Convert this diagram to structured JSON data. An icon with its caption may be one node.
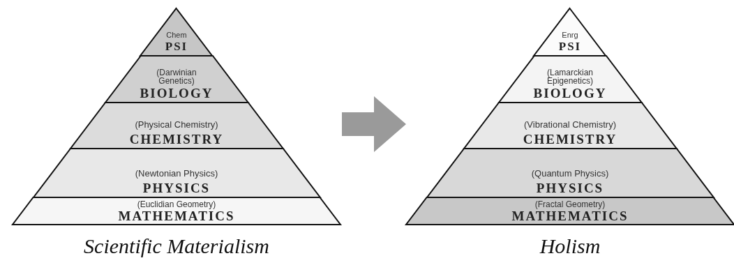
{
  "diagram": {
    "nodes": [
      {
        "text": [
          "Scientific Materialism"
        ]
      },
      {
        "text": [
          "Chem",
          "PSI"
        ],
        "in": 0
      },
      {
        "text": [
          "(Darwinian Genetics)",
          "BIOLOGY"
        ],
        "in": 0
      },
      {
        "text": [
          "(Physical Chemistry)",
          "CHEMISTRY"
        ],
        "in": 0
      },
      {
        "text": [
          "(Newtonian Physics)",
          "PHYSICS"
        ],
        "in": 0
      },
      {
        "text": [
          "(Euclidian Geometry)",
          "MATHEMATICS"
        ],
        "in": 0
      },
      {
        "text": [
          "Holism"
        ]
      },
      {
        "text": [
          "Enrg",
          "PSI"
        ],
        "in": 6
      },
      {
        "text": [
          "(Lamarckian Epigenetics)",
          "BIOLOGY"
        ],
        "in": 6
      },
      {
        "text": [
          "(Vibrational Chemistry)",
          "CHEMISTRY"
        ],
        "in": 6
      },
      {
        "text": [
          "(Quantum Physics)",
          "PHYSICS"
        ],
        "in": 6
      },
      {
        "text": [
          "(Fractal Geometry)",
          "MATHEMATICS"
        ],
        "in": 6
      }
    ],
    "edges": [
      {
        "from": 0,
        "to": 6,
        "arrow": "to"
      }
    ]
  }
}
